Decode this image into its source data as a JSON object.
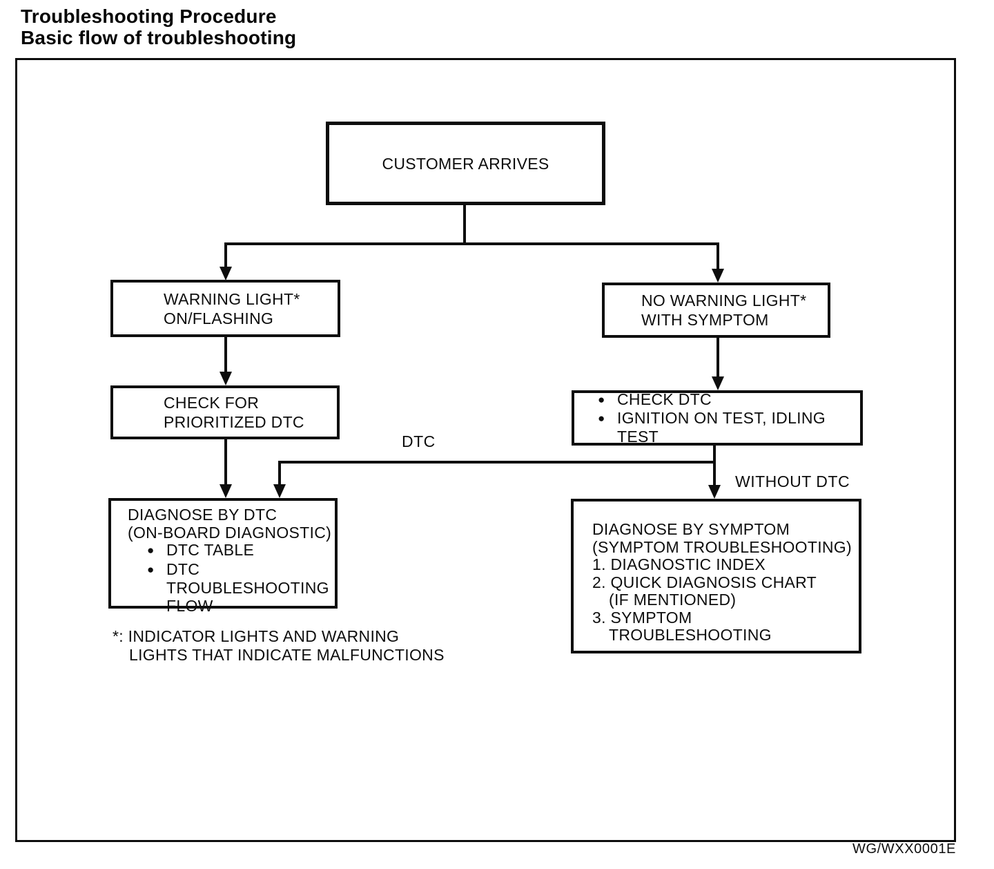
{
  "page": {
    "title_line1": "Troubleshooting Procedure",
    "title_line2": "Basic flow of troubleshooting",
    "figure_id": "WG/WXX0001E"
  },
  "colors": {
    "ink": "#0d0d0d",
    "background": "#ffffff"
  },
  "flowchart": {
    "bullet_glyph": "●",
    "customer_arrives": {
      "label": "CUSTOMER ARRIVES"
    },
    "warning_light": {
      "line1": "WARNING LIGHT*",
      "line2": "ON/FLASHING"
    },
    "no_warning_light": {
      "line1": "NO WARNING LIGHT*",
      "line2": "WITH SYMPTOM"
    },
    "check_prioritized_dtc": {
      "line1": "CHECK FOR",
      "line2": "PRIORITIZED DTC"
    },
    "check_dtc": {
      "bullet1": "CHECK DTC",
      "bullet2_line1": "IGNITION ON TEST, IDLING",
      "bullet2_line2": "TEST"
    },
    "diagnose_by_dtc": {
      "title_line1": "DIAGNOSE BY DTC",
      "title_line2": "(ON-BOARD DIAGNOSTIC)",
      "bullet1": "DTC TABLE",
      "bullet2_line1": "DTC",
      "bullet2_line2": "TROUBLESHOOTING",
      "bullet2_line3": "FLOW"
    },
    "diagnose_by_symptom": {
      "line1": "DIAGNOSE BY SYMPTOM",
      "line2": "(SYMPTOM TROUBLESHOOTING)",
      "line3": "1. DIAGNOSTIC INDEX",
      "line4": "2. QUICK DIAGNOSIS CHART",
      "line5": "(IF MENTIONED)",
      "line6": "3. SYMPTOM",
      "line7": "TROUBLESHOOTING"
    },
    "edge_labels": {
      "dtc": "DTC",
      "without_dtc": "WITHOUT DTC"
    },
    "footnote": {
      "line1": "*: INDICATOR LIGHTS AND WARNING",
      "line2": "LIGHTS THAT INDICATE MALFUNCTIONS"
    }
  }
}
